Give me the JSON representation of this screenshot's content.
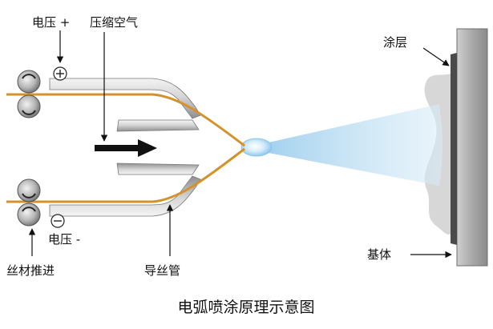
{
  "title": "电弧喷涂原理示意图",
  "labels": {
    "voltage_positive": "电压 +",
    "voltage_negative": "电压 -",
    "compressed_air": "压缩空气",
    "wire_feed": "丝材推进",
    "wire_guide": "导丝管",
    "coating": "涂层",
    "substrate": "基体"
  },
  "symbols": {
    "plus": "+",
    "minus": "−"
  },
  "colors": {
    "wire": "#d4922a",
    "tube_light": "#e8e8e8",
    "tube_dark": "#8a8a8a",
    "spray": "#bfe0f3",
    "coating": "#cfcfcf",
    "substrate": "#a6a6a6"
  }
}
